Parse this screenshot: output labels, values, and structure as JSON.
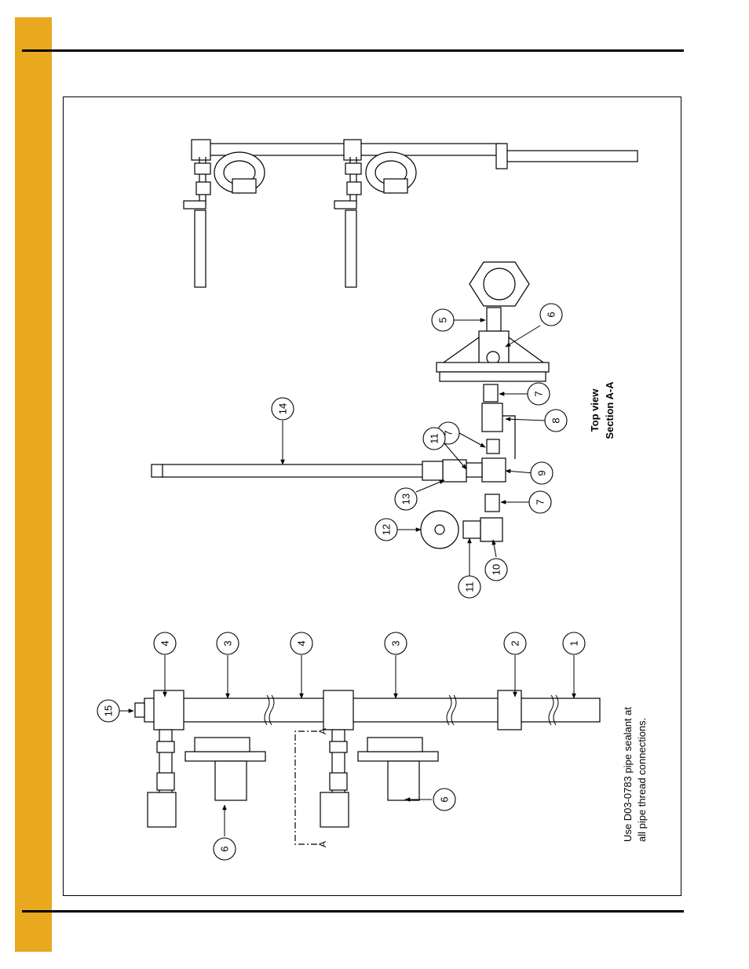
{
  "page": {
    "accent_color": "#e8a91f",
    "rule_color": "#000000"
  },
  "view_label": {
    "line1": "Top view",
    "line2": "Section A-A"
  },
  "note": {
    "line1": "Use D03-0783 pipe sealant at",
    "line2": "all pipe thread connections."
  },
  "section_marker": "A",
  "callouts": {
    "c1": "1",
    "c2": "2",
    "c3a": "3",
    "c3b": "3",
    "c4a": "4",
    "c4b": "4",
    "c5": "5",
    "c6a": "6",
    "c6b": "6",
    "c6c": "6",
    "c7a": "7",
    "c7b": "7",
    "c7c": "7",
    "c8": "8",
    "c9": "9",
    "c10": "10",
    "c11a": "11",
    "c11b": "11",
    "c12": "12",
    "c13": "13",
    "c14": "14",
    "c15": "15"
  }
}
